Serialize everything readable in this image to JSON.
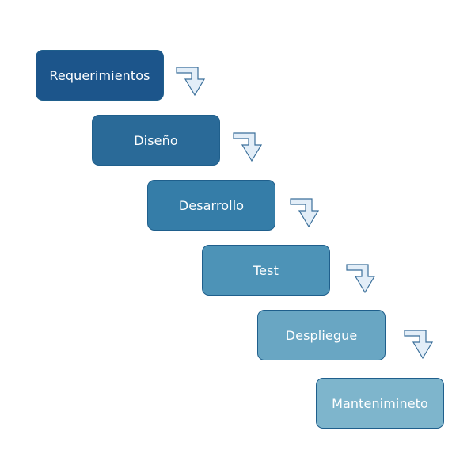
{
  "steps": [
    {
      "label": "Requerimientos",
      "color": "#1c558b"
    },
    {
      "label": "Diseño",
      "color": "#2a6a98"
    },
    {
      "label": "Desarrollo",
      "color": "#357da8"
    },
    {
      "label": "Test",
      "color": "#4d93b7"
    },
    {
      "label": "Despliegue",
      "color": "#69a6c3"
    },
    {
      "label": "Mantenimineto",
      "color": "#7eb5cc"
    }
  ],
  "arrow_icon": "bent-down-arrow-icon",
  "arrow_fill": "#e3eef8",
  "arrow_stroke": "#3b6f9a"
}
